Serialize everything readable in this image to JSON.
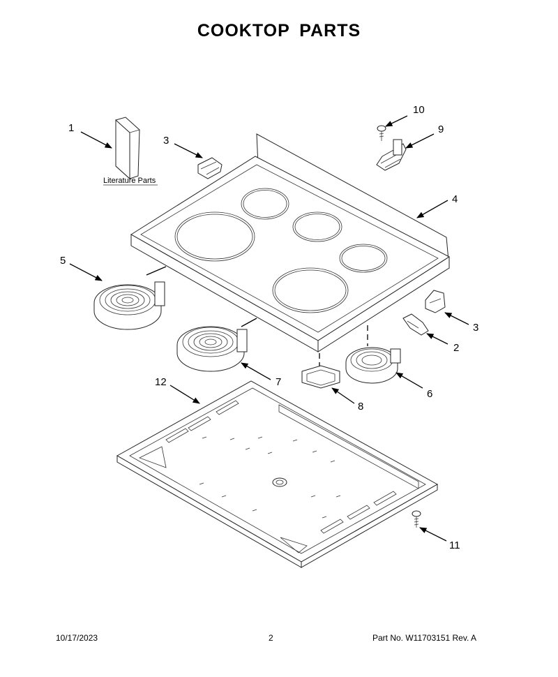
{
  "title": "COOKTOP PARTS",
  "literature_label": "Literature Parts",
  "callouts": {
    "c1": "1",
    "c2": "2",
    "c3a": "3",
    "c3b": "3",
    "c4": "4",
    "c5": "5",
    "c6": "6",
    "c7": "7",
    "c8": "8",
    "c9": "9",
    "c10": "10",
    "c11": "11",
    "c12": "12"
  },
  "footer": {
    "date": "10/17/2023",
    "page": "2",
    "part_info": "Part No.  W11703151   Rev.  A"
  }
}
